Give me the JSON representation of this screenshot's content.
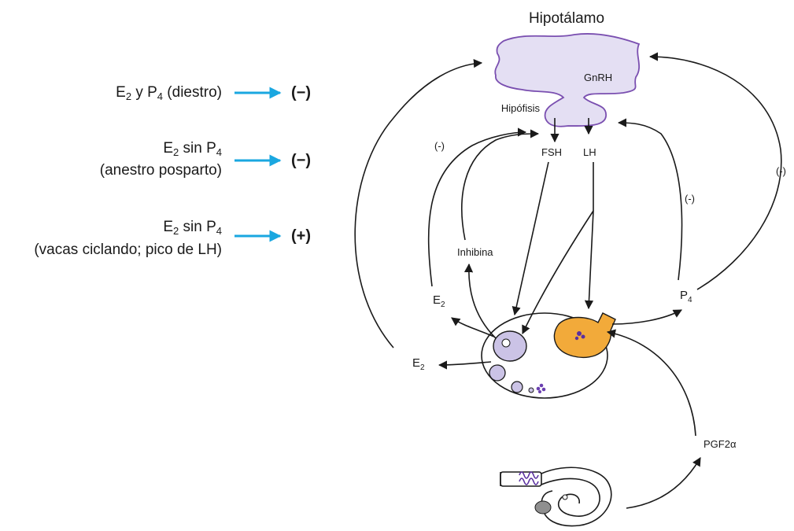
{
  "legend": {
    "rows": [
      {
        "e": "E",
        "e_sub": "2",
        "mid": " y  P",
        "p_sub": "4",
        "tail": "  (diestro)",
        "line2": "",
        "sign": "(−)"
      },
      {
        "e": "E",
        "e_sub": "2",
        "mid": " sin P",
        "p_sub": "4",
        "tail": "",
        "line2": "(anestro posparto)",
        "sign": "(−)"
      },
      {
        "e": "E",
        "e_sub": "2",
        "mid": " sin  P",
        "p_sub": "4",
        "tail": "",
        "line2": "(vacas ciclando; pico de LH)",
        "sign": "(+)"
      }
    ]
  },
  "diagram": {
    "hypothalamus": "Hipotálamo",
    "gnrh": "GnRH",
    "hypophysis": "Hipófisis",
    "fsh": "FSH",
    "lh": "LH",
    "inhibin": "Inhibina",
    "e2_main": "E",
    "e2_sub": "2",
    "p4_main": "P",
    "p4_sub": "4",
    "pgf": "PGF2α",
    "neg": "(-)"
  },
  "colors": {
    "hypothalamus_fill": "#e4dff3",
    "hypothalamus_stroke": "#7a4fb0",
    "follicle_fill": "#cbc3e6",
    "corpus_luteum": "#f2aa3a",
    "blue_arrow": "#1aa7e0"
  }
}
